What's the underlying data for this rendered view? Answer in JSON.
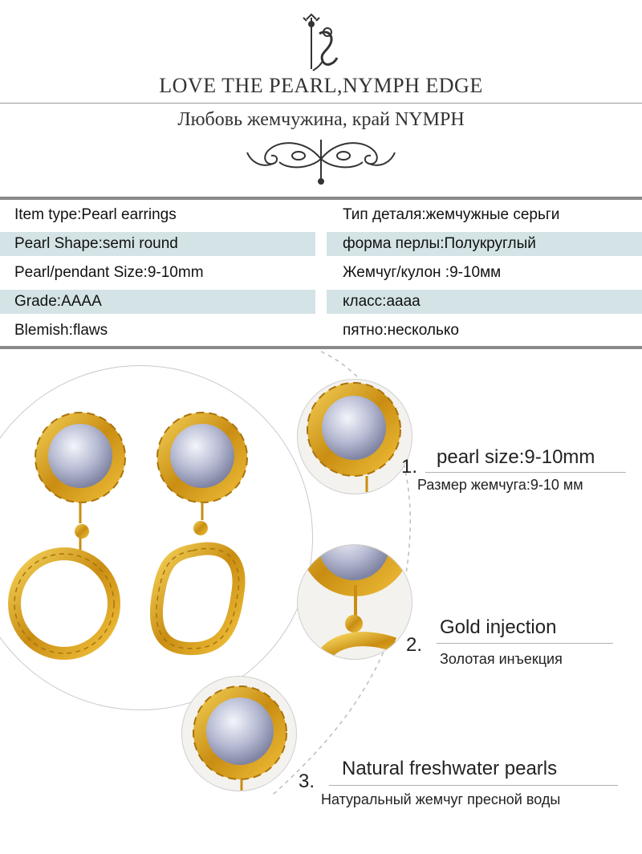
{
  "header": {
    "title_en": "LOVE THE PEARL,NYMPH EDGE",
    "title_ru": "Любовь жемчужина, край NYMPH"
  },
  "specs": [
    {
      "left": "Item type:Pearl earrings",
      "right": "Тип деталя:жемчужные серьги",
      "shaded": false
    },
    {
      "left": "Pearl Shape:semi round",
      "right": "форма перлы:Полукруглый",
      "shaded": true
    },
    {
      "left": "Pearl/pendant Size:9-10mm",
      "right": "Жемчуг/кулон :9-10мм",
      "shaded": false
    },
    {
      "left": "Grade:AAAA",
      "right": "класс:аааа",
      "shaded": true
    },
    {
      "left": "Blemish:flaws",
      "right": "пятно:несколько",
      "shaded": false
    }
  ],
  "features": [
    {
      "number": "1.",
      "title": "pearl size:9-10mm",
      "subtitle": "Размер жемчуга:9-10 мм"
    },
    {
      "number": "2.",
      "title": "Gold injection",
      "subtitle": "Золотая инъекция"
    },
    {
      "number": "3.",
      "title": "Natural freshwater pearls",
      "subtitle": "Натуральный жемчуг пресной воды"
    }
  ],
  "colors": {
    "row_shade": "#d4e3e5",
    "gold": "#d9a21b",
    "pearl": "#c9cde0"
  },
  "icons": {
    "logo": "mermaid-logo",
    "ornament": "scroll-ornament"
  }
}
